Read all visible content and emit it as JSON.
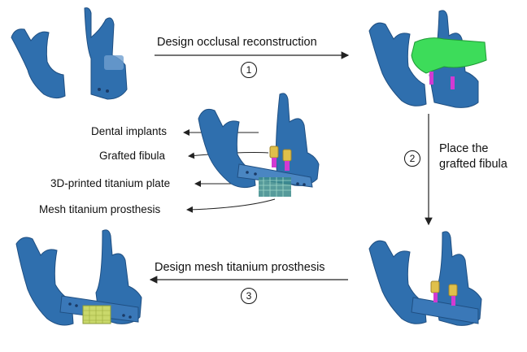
{
  "steps": [
    {
      "number": "1",
      "label": "Design occlusal reconstruction"
    },
    {
      "number": "2",
      "label_line1": "Place the",
      "label_line2": "grafted fibula"
    },
    {
      "number": "3",
      "label": "Design mesh titanium prosthesis"
    }
  ],
  "callouts": [
    {
      "label": "Dental implants"
    },
    {
      "label": "Grafted fibula"
    },
    {
      "label": "3D-printed titanium plate"
    },
    {
      "label": "Mesh titanium prosthesis"
    }
  ],
  "colors": {
    "bone": "#2f6fae",
    "bone_dark": "#1f4f82",
    "occlusal_guide": "#3ddc5a",
    "implant": "#e0c04a",
    "abutment": "#d23ad2",
    "mesh": "#c9d86a",
    "mesh_dark": "#3a8a8a",
    "arrow": "#222222"
  }
}
